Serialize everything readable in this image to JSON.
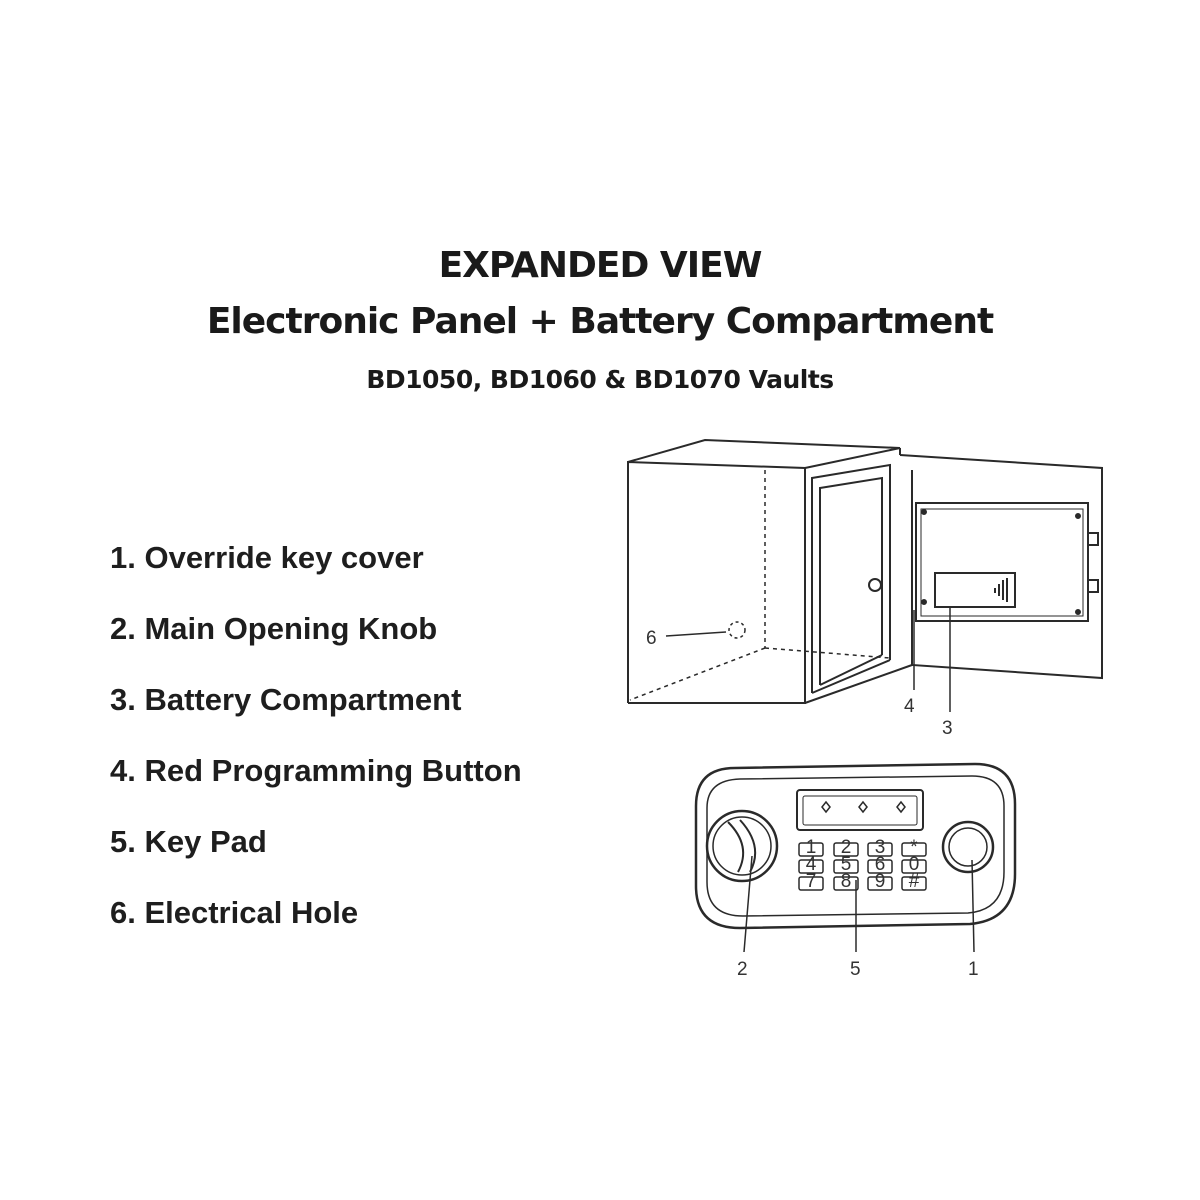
{
  "title": {
    "line1": "EXPANDED VIEW",
    "line2": "Electronic Panel + Battery Compartment",
    "line3": "BD1050, BD1060 & BD1070 Vaults"
  },
  "legend": [
    "1. Override key cover",
    "2. Main Opening Knob",
    "3. Battery Compartment",
    "4.  Red Programming Button",
    "5.  Key Pad",
    "6. Electrical Hole"
  ],
  "callouts": {
    "c1": "1",
    "c2": "2",
    "c3": "3",
    "c4": "4",
    "c5": "5",
    "c6": "6"
  },
  "keypad_keys": [
    "1",
    "2",
    "3",
    "*",
    "4",
    "5",
    "6",
    "0",
    "7",
    "8",
    "9",
    "#"
  ]
}
